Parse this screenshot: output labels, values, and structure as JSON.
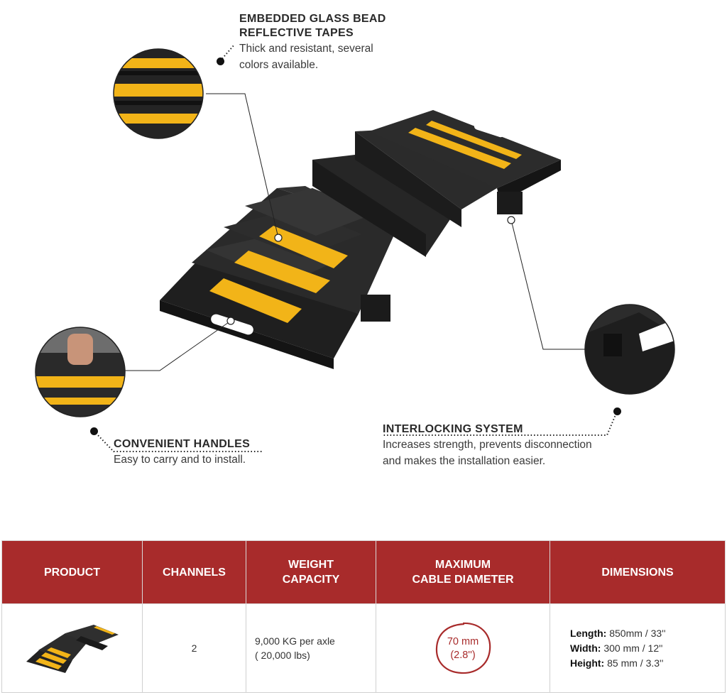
{
  "callouts": {
    "tapes": {
      "title_line1": "EMBEDDED GLASS BEAD",
      "title_line2": "REFLECTIVE TAPES",
      "desc_line1": "Thick and resistant, several",
      "desc_line2": "colors available."
    },
    "handles": {
      "title": "CONVENIENT HANDLES",
      "desc": "Easy to carry and to install."
    },
    "interlocking": {
      "title": "INTERLOCKING SYSTEM",
      "desc_line1": "Increases strength, prevents disconnection",
      "desc_line2": "and makes the installation easier."
    }
  },
  "colors": {
    "accent_red": "#a82b2b",
    "rubber_black": "#2b2b2b",
    "reflective_yellow": "#f2b418"
  },
  "table": {
    "headers": {
      "product": "PRODUCT",
      "channels": "CHANNELS",
      "weight_line1": "WEIGHT",
      "weight_line2": "CAPACITY",
      "diameter_line1": "MAXIMUM",
      "diameter_line2": "CABLE DIAMETER",
      "dimensions": "DIMENSIONS"
    },
    "row": {
      "channels": "2",
      "weight_line1": "9,000 KG per axle",
      "weight_line2": "( 20,000 lbs)",
      "diameter_line1": "70 mm",
      "diameter_line2": "(2.8'')",
      "length_label": "Length:",
      "length_value": "850mm / 33''",
      "width_label": "Width:",
      "width_value": "300 mm / 12''",
      "height_label": "Height:",
      "height_value": "85 mm / 3.3''"
    }
  }
}
